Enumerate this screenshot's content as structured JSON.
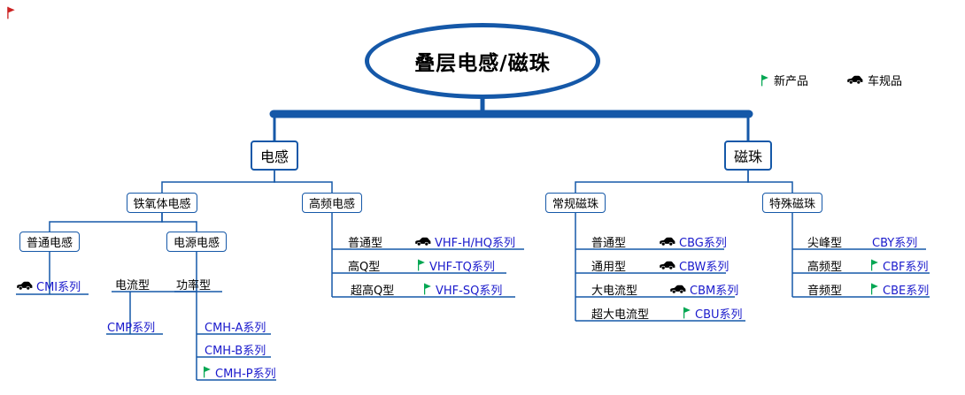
{
  "root": {
    "label": "叠层电感/磁珠"
  },
  "legend": {
    "new_product": "新产品",
    "automotive": "车规品"
  },
  "colors": {
    "line_blue": "#1558A8",
    "series_blue": "#1A1ACC",
    "flag_green": "#00A651",
    "car_black": "#000000",
    "watermark_red": "#CC2222"
  },
  "inductor": {
    "label": "电感",
    "ferrite": {
      "label": "铁氧体电感",
      "common": {
        "label": "普通电感",
        "series": "CMI系列",
        "marker": "car"
      },
      "power_supply": {
        "label": "电源电感",
        "current": {
          "label": "电流型",
          "series": "CMP系列",
          "marker": "none"
        },
        "power": {
          "label": "功率型",
          "series": [
            {
              "name": "CMH-A系列",
              "marker": "none"
            },
            {
              "name": "CMH-B系列",
              "marker": "none"
            },
            {
              "name": "CMH-P系列",
              "marker": "flag"
            }
          ]
        }
      }
    },
    "high_freq": {
      "label": "高频电感",
      "rows": [
        {
          "type": "普通型",
          "series": "VHF-H/HQ系列",
          "marker": "car"
        },
        {
          "type": "高Q型",
          "series": "VHF-TQ系列",
          "marker": "flag"
        },
        {
          "type": "超高Q型",
          "series": "VHF-SQ系列",
          "marker": "flag"
        }
      ]
    }
  },
  "bead": {
    "label": "磁珠",
    "regular": {
      "label": "常规磁珠",
      "rows": [
        {
          "type": "普通型",
          "series": "CBG系列",
          "marker": "car"
        },
        {
          "type": "通用型",
          "series": "CBW系列",
          "marker": "car"
        },
        {
          "type": "大电流型",
          "series": "CBM系列",
          "marker": "car"
        },
        {
          "type": "超大电流型",
          "series": "CBU系列",
          "marker": "flag"
        }
      ]
    },
    "special": {
      "label": "特殊磁珠",
      "rows": [
        {
          "type": "尖峰型",
          "series": "CBY系列",
          "marker": "none"
        },
        {
          "type": "高频型",
          "series": "CBF系列",
          "marker": "flag"
        },
        {
          "type": "音频型",
          "series": "CBE系列",
          "marker": "flag"
        }
      ]
    }
  }
}
